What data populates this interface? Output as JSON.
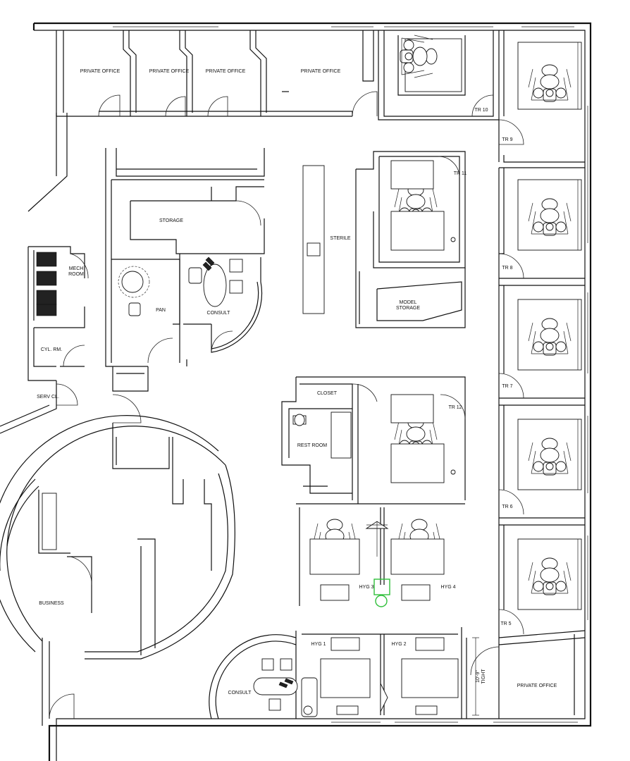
{
  "floor_plan": {
    "rooms": {
      "private_office_1": "PRIVATE OFFICE",
      "private_office_2": "PRIVATE OFFICE",
      "private_office_3": "PRIVATE OFFICE",
      "private_office_4": "PRIVATE OFFICE",
      "private_office_5": "PRIVATE OFFICE",
      "mech_room_1": "MECH",
      "mech_room_2": "ROOM",
      "cyl_rm": "CYL. RM.",
      "serv_cl": "SERV CL.",
      "storage": "STORAGE",
      "pan": "PAN",
      "consult_1": "CONSULT",
      "consult_2": "CONSULT",
      "sterile": "STERILE",
      "model_storage_1": "MODEL",
      "model_storage_2": "STORAGE",
      "closet": "CLOSET",
      "rest_room": "REST ROOM",
      "business": "BUSINESS",
      "tr_5": "TR 5",
      "tr_6": "TR 6",
      "tr_7": "TR 7",
      "tr_8": "TR 8",
      "tr_9": "TR 9",
      "tr_10": "TR 10",
      "tr_11": "TR 11",
      "tr_12": "TR 12",
      "hyg_1": "HYG 1",
      "hyg_2": "HYG 2",
      "hyg_3": "HYG 3",
      "hyg_4": "HYG 4"
    },
    "dimension_1": "10'-9\"",
    "dimension_2": "TIGHT",
    "highlight_color": "#2fbf3a"
  }
}
